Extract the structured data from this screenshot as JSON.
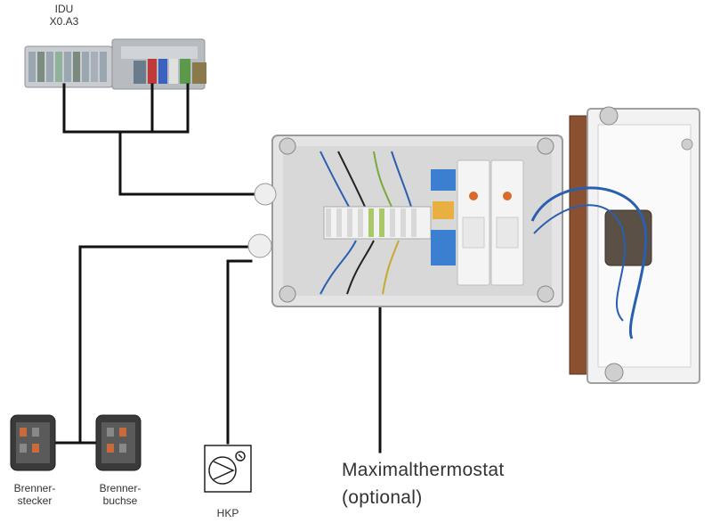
{
  "labels": {
    "idu_line1": "IDU",
    "idu_line2": "X0.A3",
    "stecker_line1": "Brenner-",
    "stecker_line2": "stecker",
    "buchse_line1": "Brenner-",
    "buchse_line2": "buchse",
    "hkp": "HKP",
    "thermostat_line1": "Maximalthermostat",
    "thermostat_line2": "(optional)"
  },
  "colors": {
    "wire": "#111111",
    "enclosure": "#e6e6e6",
    "lid_edge": "#7a4a2a",
    "terminal_blue": "#3b7fd0",
    "terminal_green": "#5aa85a",
    "relay_white": "#f4f4f4"
  }
}
